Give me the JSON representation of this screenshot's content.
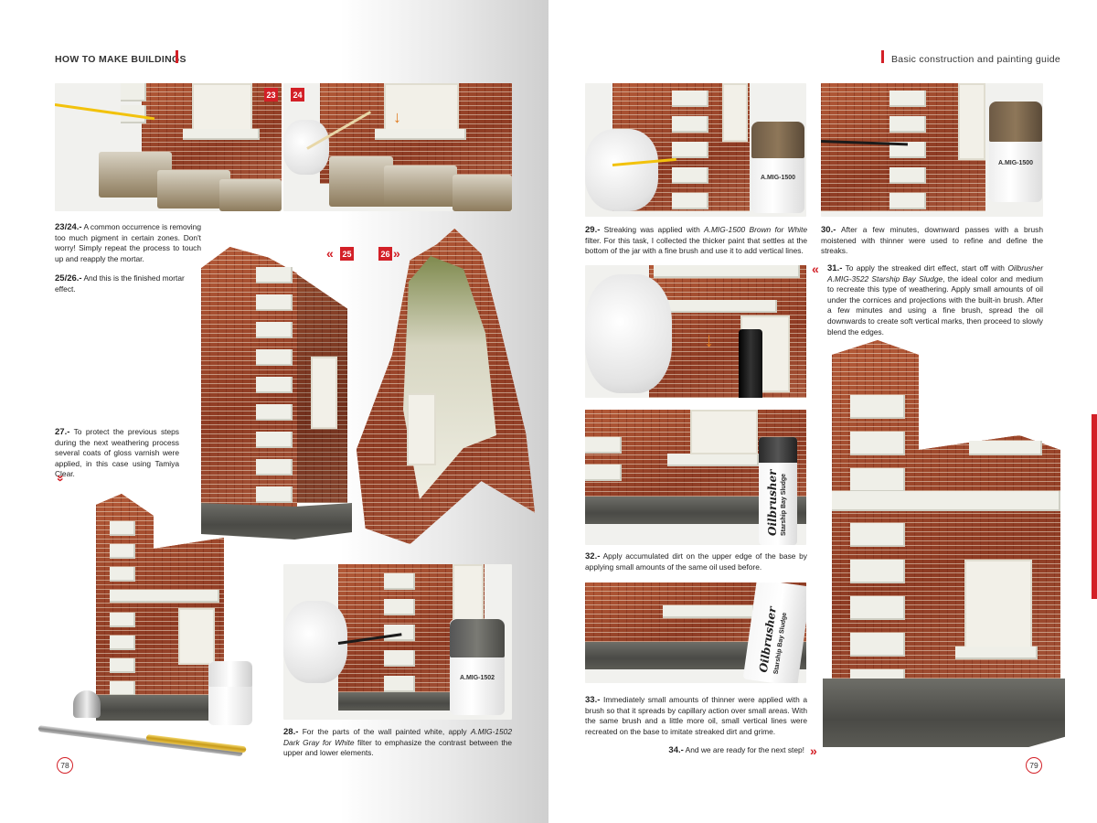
{
  "left_page": {
    "running_head": "HOW TO MAKE BUILDINGS",
    "page_number": "78",
    "badges": {
      "b23": "23",
      "b24": "24",
      "b25": "25",
      "b26": "26"
    },
    "captions": {
      "c2324": {
        "num": "23/24.-",
        "text": " A common occurrence is removing too much pigment in certain zones. Don't worry! Simply repeat the process to touch up and reapply the mortar."
      },
      "c2526": {
        "num": "25/26.-",
        "text": " And this is the finished mortar effect."
      },
      "c27": {
        "num": "27.-",
        "text": " To protect the previous steps during the next weathering process several coats of gloss varnish were applied, in this case using Tamiya Clear."
      },
      "c28": {
        "num": "28.-",
        "text_before": " For the parts of the wall painted white, apply ",
        "product": "A.MIG-1502 Dark Gray for White",
        "text_after": " filter to emphasize the contrast between the upper and lower elements."
      }
    }
  },
  "right_page": {
    "running_head": "Basic construction and painting guide",
    "page_number": "79",
    "captions": {
      "c29": {
        "num": "29.-",
        "text_before": " Streaking was applied with ",
        "product": "A.MIG-1500 Brown for White",
        "text_after": " filter. For this task, I collected the thicker paint that settles at the bottom of the jar with a fine brush and use it to add vertical lines."
      },
      "c30": {
        "num": "30.-",
        "text": " After a few minutes, downward passes with a brush moistened with thinner were used to refine and define the streaks."
      },
      "c31": {
        "num": "31.-",
        "text_before": " To apply the streaked dirt effect, start off with ",
        "product": "Oilbrusher A.MIG-3522 Starship Bay Sludge",
        "text_after": ", the ideal color and medium to recreate this type of weathering. Apply small amounts of oil under the cornices and projections with the built-in brush. After a few minutes and using a fine brush, spread the oil downwards to create soft vertical marks, then proceed to slowly blend the edges."
      },
      "c32": {
        "num": "32.-",
        "text": " Apply accumulated dirt on the upper edge of the base by applying small amounts of the same oil used before."
      },
      "c33": {
        "num": "33.-",
        "text": " Immediately small amounts of thinner were applied with a brush so that it spreads by capillary action over small areas. With the same brush and a little more oil, small vertical lines were recreated on the base to imitate streaked dirt and grime."
      },
      "c34": {
        "num": "34.-",
        "text": " And we are ready for the next step!"
      }
    },
    "product_labels": {
      "jar1": "A.MIG-1500",
      "jar2": "A.MIG-1500",
      "jar3": "A.MIG-1502",
      "oil_brand": "Oilbrusher",
      "oil_color": "Starship Bay Sludge"
    }
  },
  "colors": {
    "accent": "#d32027",
    "brick": "#a24a2e",
    "stone": "#efefe8"
  },
  "icons": [
    "chevron-double-left-icon",
    "chevron-double-right-icon",
    "chevron-double-down-icon"
  ]
}
